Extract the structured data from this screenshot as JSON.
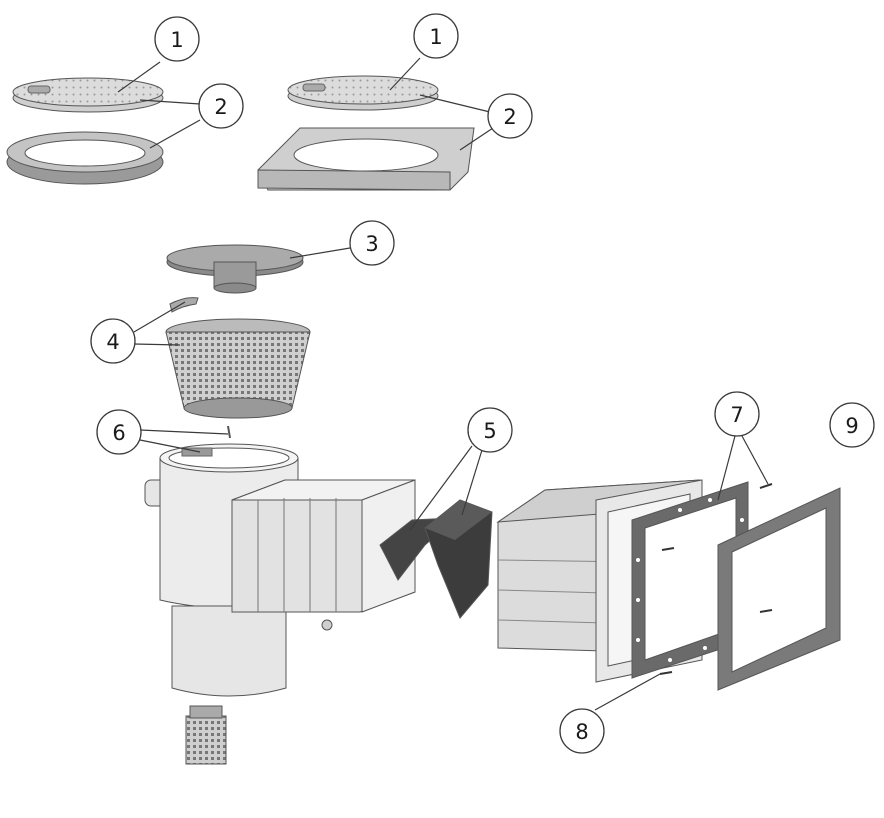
{
  "callouts": [
    {
      "id": "c1a",
      "label": "1"
    },
    {
      "id": "c2a",
      "label": "2"
    },
    {
      "id": "c1b",
      "label": "1"
    },
    {
      "id": "c2b",
      "label": "2"
    },
    {
      "id": "c3",
      "label": "3"
    },
    {
      "id": "c4",
      "label": "4"
    },
    {
      "id": "c6",
      "label": "6"
    },
    {
      "id": "c5",
      "label": "5"
    },
    {
      "id": "c7",
      "label": "7"
    },
    {
      "id": "c9",
      "label": "9"
    },
    {
      "id": "c8",
      "label": "8"
    }
  ],
  "colors": {
    "light_part": "#e4e4e4",
    "mid_part": "#bdbdbd",
    "dark_part": "#8a8a8a",
    "darkest_part": "#4a4a4a",
    "line": "#3a3a3a"
  }
}
